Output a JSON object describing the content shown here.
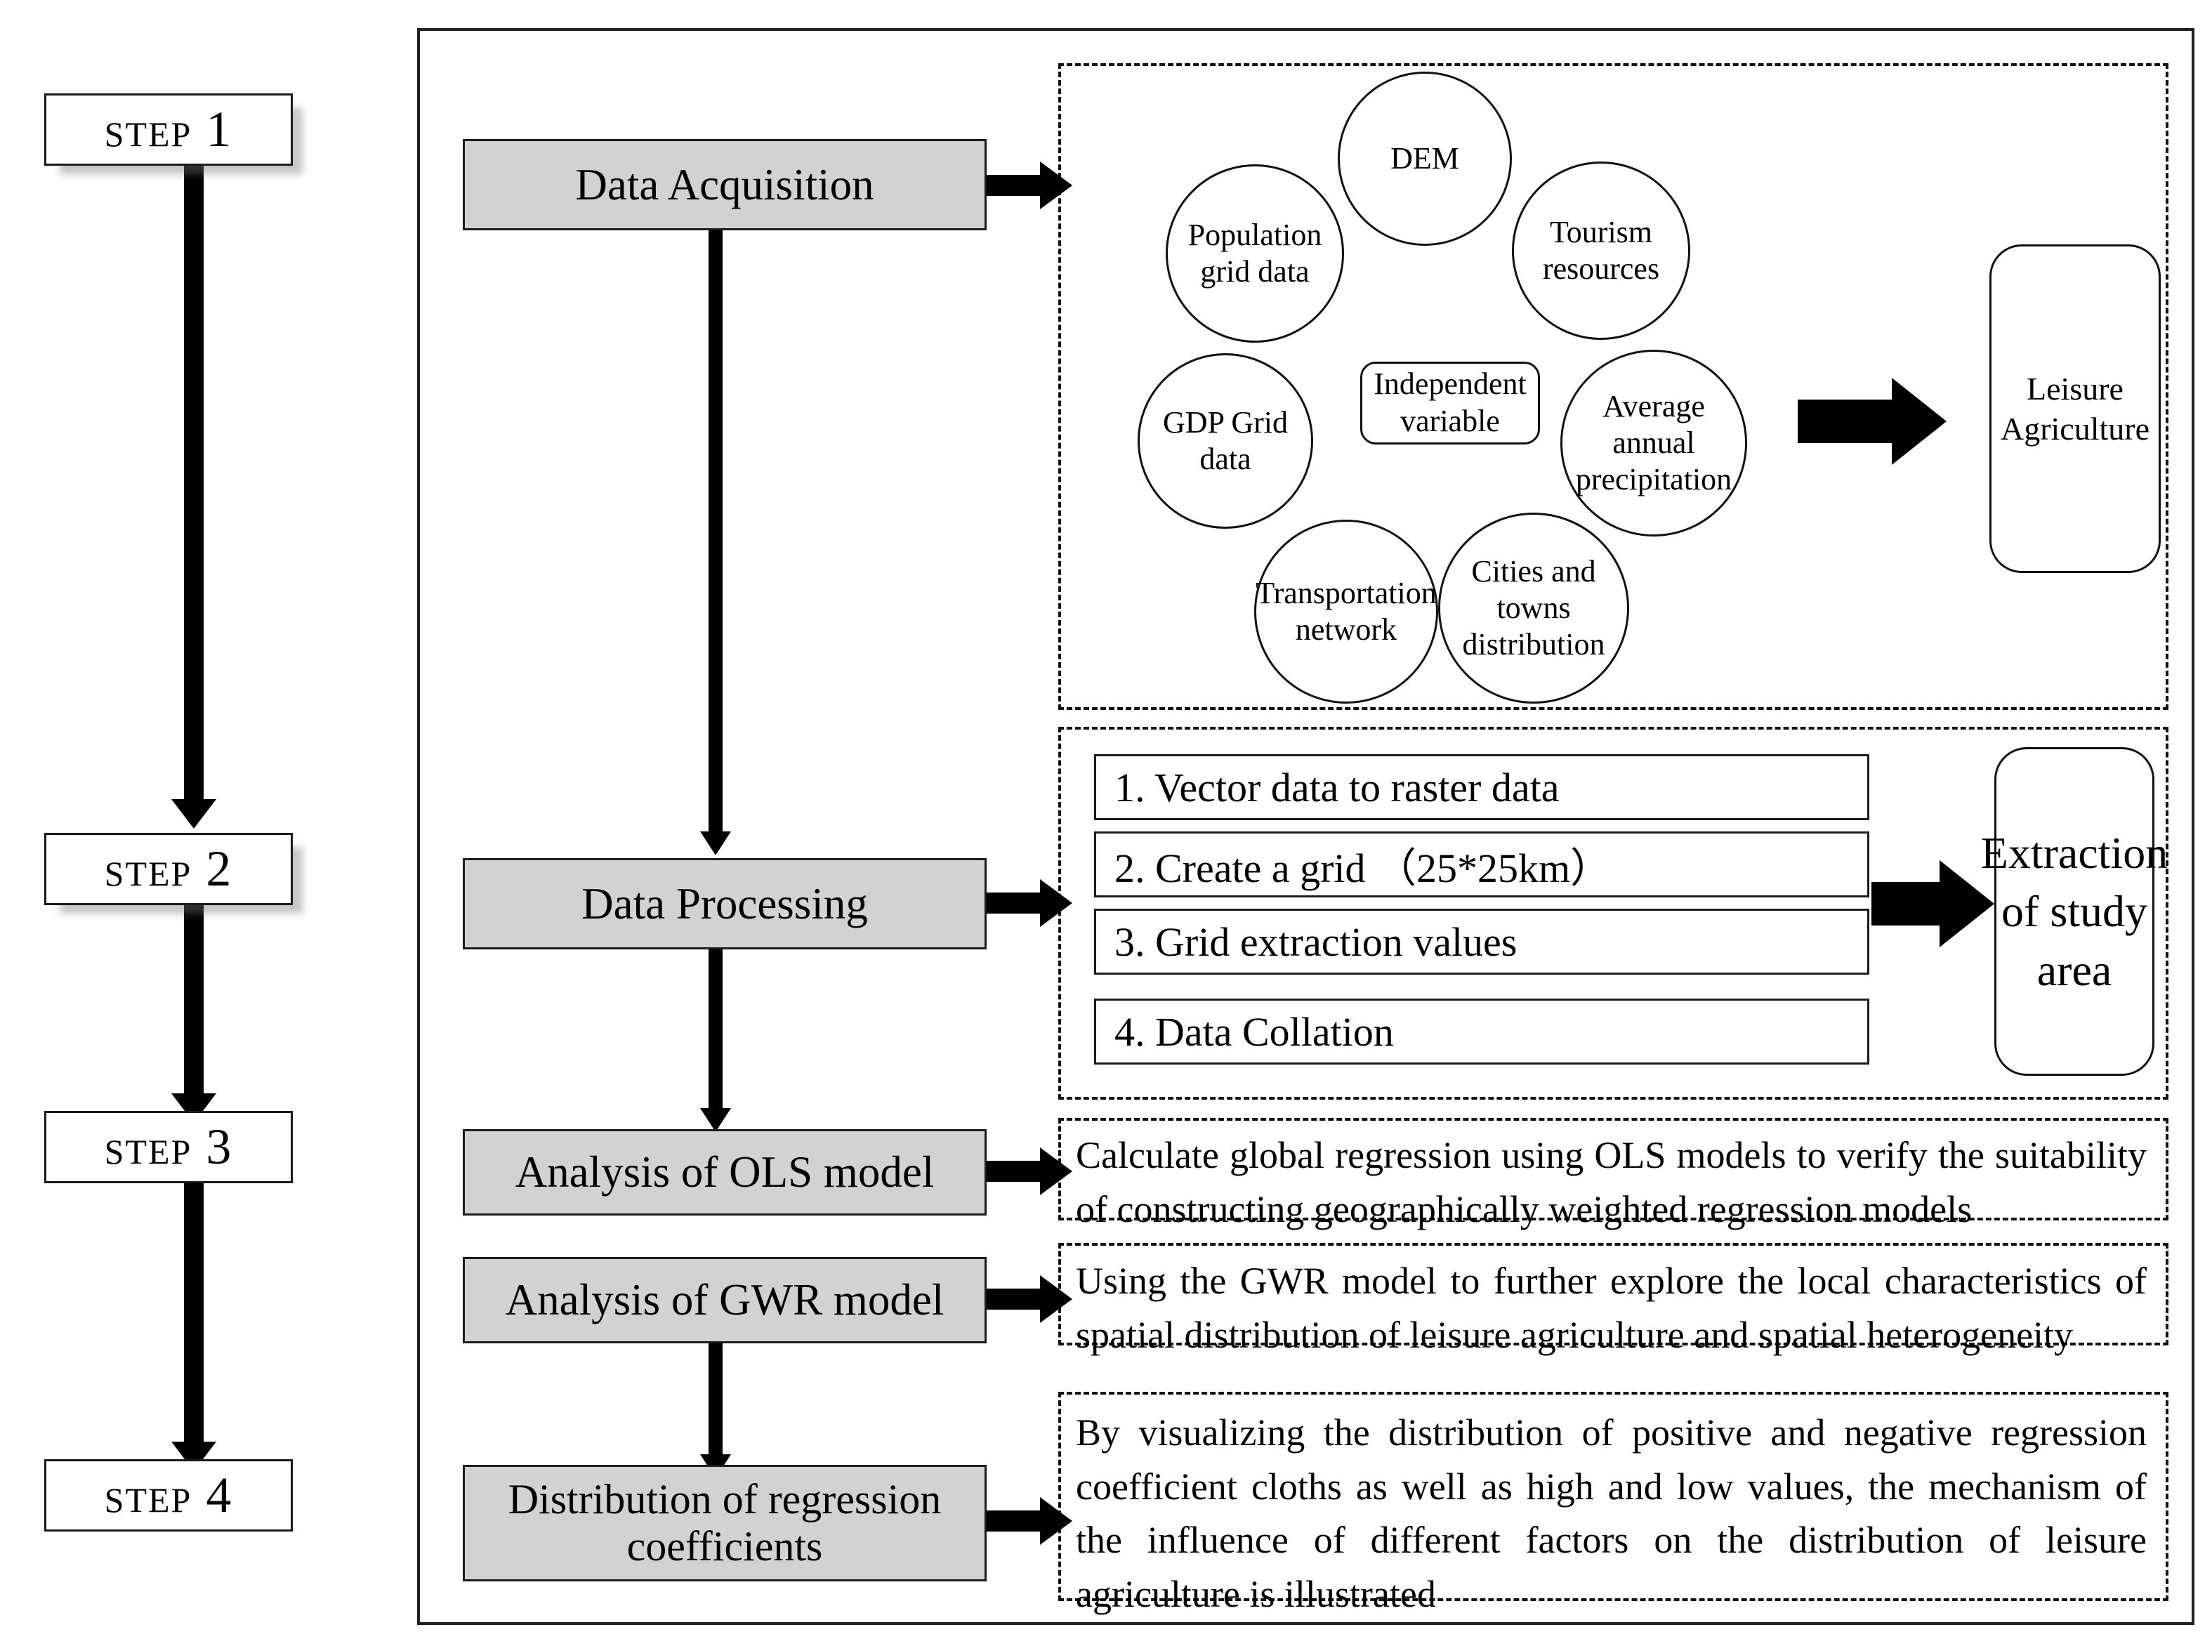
{
  "diagram": {
    "title": "Research framework flowchart for leisure agriculture spatial analysis",
    "colors": {
      "process_fill": "#d2d2d2",
      "border": "#1a1a1a",
      "arrow": "#000000",
      "page_background": "#ffffff"
    }
  },
  "steps": [
    {
      "label": "STEP 1"
    },
    {
      "label": "STEP 2"
    },
    {
      "label": "STEP 3"
    },
    {
      "label": "STEP 4"
    }
  ],
  "processes": [
    {
      "label": "Data Acquisition"
    },
    {
      "label": "Data Processing"
    },
    {
      "label": "Analysis of OLS model"
    },
    {
      "label": "Analysis of GWR model"
    },
    {
      "label": "Distribution of regression coefficients"
    }
  ],
  "acquisition_panel": {
    "center_label": "Independent variable",
    "factors": [
      {
        "label": "Population grid data"
      },
      {
        "label": "DEM"
      },
      {
        "label": "Tourism resources"
      },
      {
        "label": "GDP Grid data"
      },
      {
        "label": "Average annual precipitation"
      },
      {
        "label": "Transportation network"
      },
      {
        "label": "Cities and towns distribution"
      }
    ],
    "output": {
      "label": "Leisure Agriculture"
    }
  },
  "processing_panel": {
    "items": [
      {
        "label": "1. Vector data to raster data"
      },
      {
        "label": "2. Create a grid （25*25km）"
      },
      {
        "label": "3. Grid extraction values"
      },
      {
        "label": "4. Data Collation"
      }
    ],
    "output": {
      "label": "Extraction of study area"
    }
  },
  "descriptions": {
    "ols": "Calculate global regression using OLS models to verify the suitability of constructing geographically weighted regression models",
    "gwr": "Using the GWR model to further explore the local characteristics of spatial distribution of leisure agriculture and spatial heterogeneity",
    "coefficients": "By visualizing the distribution of positive and negative regression coefficient cloths as well as high and low values, the mechanism of the influence of different factors on the distribution of leisure agriculture is illustrated"
  }
}
